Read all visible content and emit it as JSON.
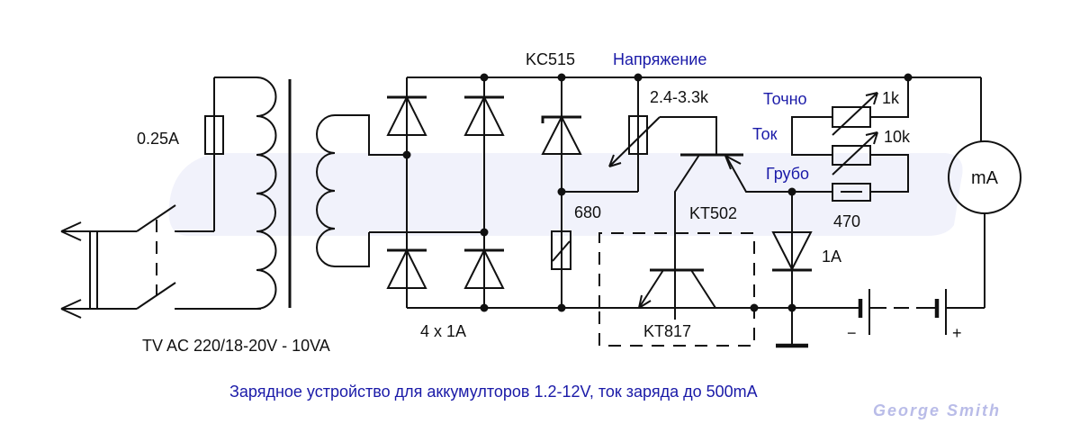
{
  "watermark": "George Smith",
  "labels": {
    "fuse": "0.25A",
    "transformer": "TV AC 220/18-20V - 10VA",
    "bridge": "4 x 1A",
    "zener": "KC515",
    "voltage": "Напряжение",
    "pot_voltage": "2.4-3.3k",
    "resistor_680": "680",
    "transistor_driver": "KT502",
    "transistor_power": "KT817",
    "current_fine": "Точно",
    "current": "Ток",
    "current_coarse": "Грубо",
    "pot_fine": "1k",
    "pot_coarse": "10k",
    "resistor_470": "470",
    "diode_out": "1A",
    "meter": "mA",
    "battery_minus": "−",
    "battery_plus": "+"
  },
  "caption": "Зарядное устройство для аккумулторов 1.2-12V, ток заряда до 500mA",
  "colors": {
    "ink": "#111111",
    "accent": "#1a1aa8",
    "watermark": "#e3e4f6"
  }
}
